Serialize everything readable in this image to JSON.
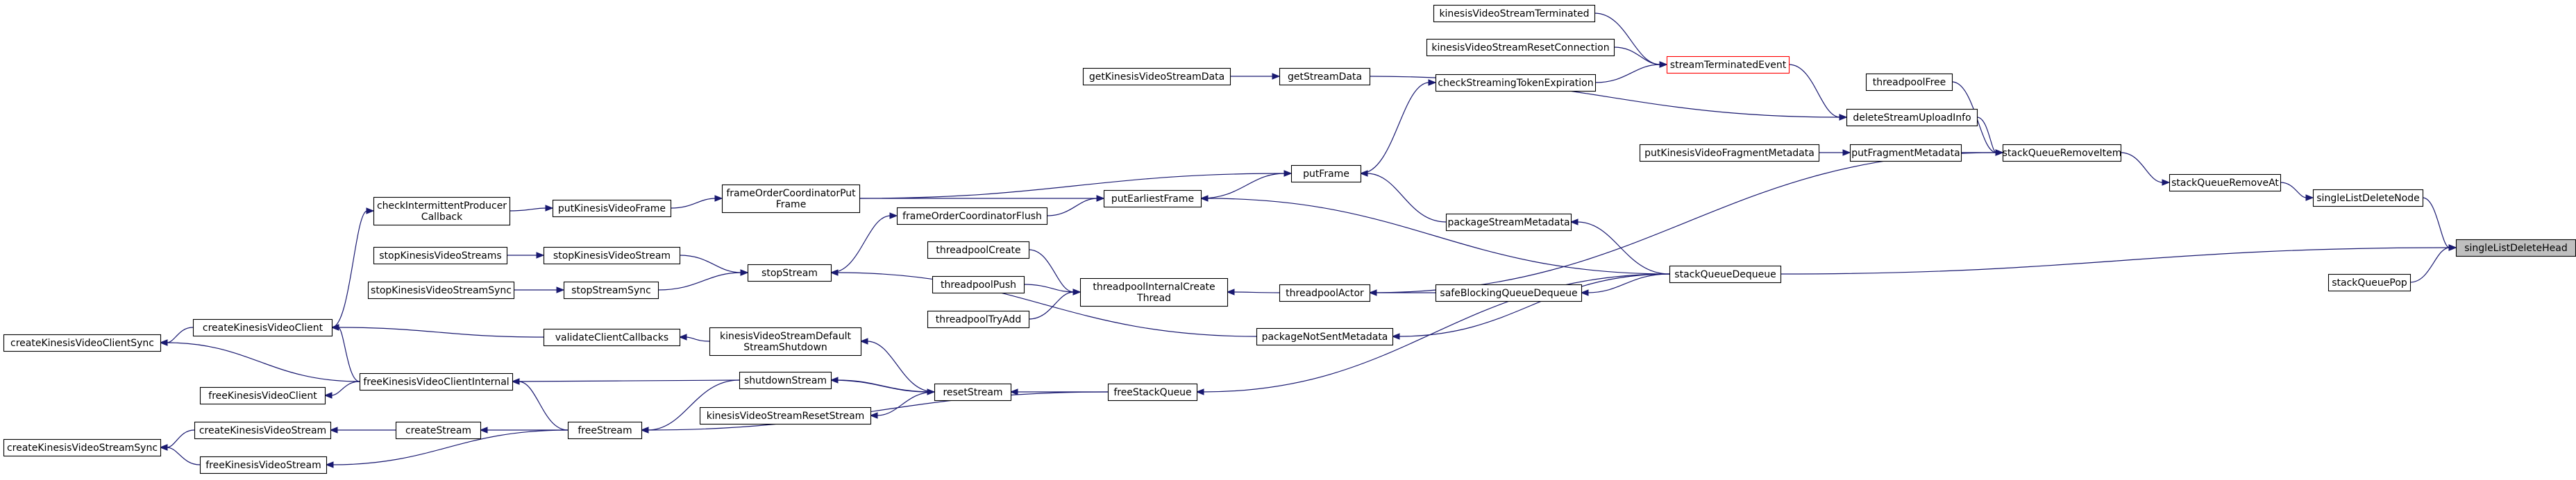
{
  "nodes": [
    {
      "id": "singleListDeleteHead",
      "lines": [
        "singleListDeleteHead"
      ],
      "highlight": true
    },
    {
      "id": "singleListDeleteNode",
      "lines": [
        "singleListDeleteNode"
      ]
    },
    {
      "id": "stackQueuePop",
      "lines": [
        "stackQueuePop"
      ]
    },
    {
      "id": "stackQueueRemoveAt",
      "lines": [
        "stackQueueRemoveAt"
      ]
    },
    {
      "id": "stackQueueDequeue",
      "lines": [
        "stackQueueDequeue"
      ]
    },
    {
      "id": "stackQueueRemoveItem",
      "lines": [
        "stackQueueRemoveItem"
      ]
    },
    {
      "id": "threadpoolFree",
      "lines": [
        "threadpoolFree"
      ]
    },
    {
      "id": "deleteStreamUploadInfo",
      "lines": [
        "deleteStreamUploadInfo"
      ]
    },
    {
      "id": "putFragmentMetadata",
      "lines": [
        "putFragmentMetadata"
      ]
    },
    {
      "id": "putKinesisVideoFragmentMetadata",
      "lines": [
        "putKinesisVideoFragmentMetadata"
      ]
    },
    {
      "id": "streamTerminatedEvent",
      "lines": [
        "streamTerminatedEvent"
      ],
      "red": true
    },
    {
      "id": "kinesisVideoStreamTerminated",
      "lines": [
        "kinesisVideoStreamTerminated"
      ]
    },
    {
      "id": "kinesisVideoStreamResetConnection",
      "lines": [
        "kinesisVideoStreamResetConnection"
      ]
    },
    {
      "id": "checkStreamingTokenExpiration",
      "lines": [
        "checkStreamingTokenExpiration"
      ]
    },
    {
      "id": "getStreamData",
      "lines": [
        "getStreamData"
      ]
    },
    {
      "id": "getKinesisVideoStreamData",
      "lines": [
        "getKinesisVideoStreamData"
      ]
    },
    {
      "id": "putFrame",
      "lines": [
        "putFrame"
      ]
    },
    {
      "id": "putEarliestFrame",
      "lines": [
        "putEarliestFrame"
      ]
    },
    {
      "id": "frameOrderCoordinatorPutFrame",
      "lines": [
        "frameOrderCoordinatorPut",
        "Frame"
      ]
    },
    {
      "id": "frameOrderCoordinatorFlush",
      "lines": [
        "frameOrderCoordinatorFlush"
      ]
    },
    {
      "id": "putKinesisVideoFrame",
      "lines": [
        "putKinesisVideoFrame"
      ]
    },
    {
      "id": "checkIntermittentProducerCallback",
      "lines": [
        "checkIntermittentProducer",
        "Callback"
      ]
    },
    {
      "id": "packageStreamMetadata",
      "lines": [
        "packageStreamMetadata"
      ]
    },
    {
      "id": "safeBlockingQueueDequeue",
      "lines": [
        "safeBlockingQueueDequeue"
      ]
    },
    {
      "id": "threadpoolActor",
      "lines": [
        "threadpoolActor"
      ]
    },
    {
      "id": "threadpoolInternalCreateThread",
      "lines": [
        "threadpoolInternalCreate",
        "Thread"
      ]
    },
    {
      "id": "threadpoolCreate",
      "lines": [
        "threadpoolCreate"
      ]
    },
    {
      "id": "threadpoolPush",
      "lines": [
        "threadpoolPush"
      ]
    },
    {
      "id": "threadpoolTryAdd",
      "lines": [
        "threadpoolTryAdd"
      ]
    },
    {
      "id": "packageNotSentMetadata",
      "lines": [
        "packageNotSentMetadata"
      ]
    },
    {
      "id": "stopStream",
      "lines": [
        "stopStream"
      ]
    },
    {
      "id": "stopKinesisVideoStream",
      "lines": [
        "stopKinesisVideoStream"
      ]
    },
    {
      "id": "stopStreamSync",
      "lines": [
        "stopStreamSync"
      ]
    },
    {
      "id": "stopKinesisVideoStreams",
      "lines": [
        "stopKinesisVideoStreams"
      ]
    },
    {
      "id": "stopKinesisVideoStreamSync",
      "lines": [
        "stopKinesisVideoStreamSync"
      ]
    },
    {
      "id": "freeStackQueue",
      "lines": [
        "freeStackQueue"
      ]
    },
    {
      "id": "resetStream",
      "lines": [
        "resetStream"
      ]
    },
    {
      "id": "kinesisVideoStreamDefaultStreamShutdown",
      "lines": [
        "kinesisVideoStreamDefault",
        "StreamShutdown"
      ]
    },
    {
      "id": "shutdownStream",
      "lines": [
        "shutdownStream"
      ]
    },
    {
      "id": "kinesisVideoStreamResetStream",
      "lines": [
        "kinesisVideoStreamResetStream"
      ]
    },
    {
      "id": "freeStream",
      "lines": [
        "freeStream"
      ]
    },
    {
      "id": "validateClientCallbacks",
      "lines": [
        "validateClientCallbacks"
      ]
    },
    {
      "id": "createKinesisVideoClient",
      "lines": [
        "createKinesisVideoClient"
      ]
    },
    {
      "id": "freeKinesisVideoClientInternal",
      "lines": [
        "freeKinesisVideoClientInternal"
      ]
    },
    {
      "id": "freeKinesisVideoClient",
      "lines": [
        "freeKinesisVideoClient"
      ]
    },
    {
      "id": "createKinesisVideoClientSync",
      "lines": [
        "createKinesisVideoClientSync"
      ]
    },
    {
      "id": "createStream",
      "lines": [
        "createStream"
      ]
    },
    {
      "id": "createKinesisVideoStream",
      "lines": [
        "createKinesisVideoStream"
      ]
    },
    {
      "id": "freeKinesisVideoStream",
      "lines": [
        "freeKinesisVideoStream"
      ]
    },
    {
      "id": "createKinesisVideoStreamSync",
      "lines": [
        "createKinesisVideoStreamSync"
      ]
    }
  ],
  "edges": [
    [
      "singleListDeleteNode",
      "singleListDeleteHead"
    ],
    [
      "stackQueuePop",
      "singleListDeleteHead"
    ],
    [
      "stackQueueDequeue",
      "singleListDeleteHead"
    ],
    [
      "stackQueueRemoveAt",
      "singleListDeleteNode"
    ],
    [
      "stackQueueRemoveItem",
      "stackQueueRemoveAt"
    ],
    [
      "threadpoolFree",
      "stackQueueRemoveItem"
    ],
    [
      "deleteStreamUploadInfo",
      "stackQueueRemoveItem"
    ],
    [
      "putFragmentMetadata",
      "stackQueueRemoveItem"
    ],
    [
      "threadpoolActor",
      "stackQueueRemoveItem"
    ],
    [
      "putKinesisVideoFragmentMetadata",
      "putFragmentMetadata"
    ],
    [
      "streamTerminatedEvent",
      "deleteStreamUploadInfo"
    ],
    [
      "getStreamData",
      "deleteStreamUploadInfo"
    ],
    [
      "kinesisVideoStreamTerminated",
      "streamTerminatedEvent"
    ],
    [
      "kinesisVideoStreamResetConnection",
      "streamTerminatedEvent"
    ],
    [
      "checkStreamingTokenExpiration",
      "streamTerminatedEvent"
    ],
    [
      "getKinesisVideoStreamData",
      "getStreamData"
    ],
    [
      "putFrame",
      "checkStreamingTokenExpiration"
    ],
    [
      "frameOrderCoordinatorPutFrame",
      "putFrame"
    ],
    [
      "putEarliestFrame",
      "putFrame"
    ],
    [
      "frameOrderCoordinatorPutFrame",
      "putEarliestFrame"
    ],
    [
      "frameOrderCoordinatorFlush",
      "putEarliestFrame"
    ],
    [
      "putKinesisVideoFrame",
      "frameOrderCoordinatorPutFrame"
    ],
    [
      "stopStream",
      "frameOrderCoordinatorFlush"
    ],
    [
      "checkIntermittentProducerCallback",
      "putKinesisVideoFrame"
    ],
    [
      "createKinesisVideoClient",
      "checkIntermittentProducerCallback"
    ],
    [
      "packageStreamMetadata",
      "putFrame"
    ],
    [
      "stackQueueDequeue",
      "packageStreamMetadata"
    ],
    [
      "stackQueueDequeue",
      "putEarliestFrame"
    ],
    [
      "stackQueueDequeue",
      "safeBlockingQueueDequeue"
    ],
    [
      "stackQueueDequeue",
      "packageNotSentMetadata"
    ],
    [
      "stackQueueDequeue",
      "freeStackQueue"
    ],
    [
      "safeBlockingQueueDequeue",
      "threadpoolActor"
    ],
    [
      "threadpoolActor",
      "threadpoolInternalCreateThread"
    ],
    [
      "threadpoolCreate",
      "threadpoolInternalCreateThread"
    ],
    [
      "threadpoolPush",
      "threadpoolInternalCreateThread"
    ],
    [
      "threadpoolTryAdd",
      "threadpoolInternalCreateThread"
    ],
    [
      "packageNotSentMetadata",
      "stopStream"
    ],
    [
      "stopKinesisVideoStream",
      "stopStream"
    ],
    [
      "stopStreamSync",
      "stopStream"
    ],
    [
      "stopKinesisVideoStreams",
      "stopKinesisVideoStream"
    ],
    [
      "stopKinesisVideoStreamSync",
      "stopStreamSync"
    ],
    [
      "freeStackQueue",
      "resetStream"
    ],
    [
      "freeStackQueue",
      "freeStream"
    ],
    [
      "resetStream",
      "kinesisVideoStreamDefaultStreamShutdown"
    ],
    [
      "resetStream",
      "shutdownStream"
    ],
    [
      "resetStream",
      "kinesisVideoStreamResetStream"
    ],
    [
      "shutdownStream",
      "resetStream"
    ],
    [
      "shutdownStream",
      "freeStream"
    ],
    [
      "shutdownStream",
      "freeKinesisVideoClientInternal"
    ],
    [
      "kinesisVideoStreamDefaultStreamShutdown",
      "validateClientCallbacks"
    ],
    [
      "validateClientCallbacks",
      "createKinesisVideoClient"
    ],
    [
      "freeStream",
      "createStream"
    ],
    [
      "freeStream",
      "freeKinesisVideoClientInternal"
    ],
    [
      "freeStream",
      "freeKinesisVideoStream"
    ],
    [
      "freeKinesisVideoClientInternal",
      "createKinesisVideoClient"
    ],
    [
      "freeKinesisVideoClientInternal",
      "freeKinesisVideoClient"
    ],
    [
      "createKinesisVideoClient",
      "createKinesisVideoClientSync"
    ],
    [
      "freeKinesisVideoClientInternal",
      "createKinesisVideoClientSync"
    ],
    [
      "createStream",
      "createKinesisVideoStream"
    ],
    [
      "createKinesisVideoStream",
      "createKinesisVideoStreamSync"
    ],
    [
      "freeKinesisVideoStream",
      "createKinesisVideoStreamSync"
    ]
  ]
}
